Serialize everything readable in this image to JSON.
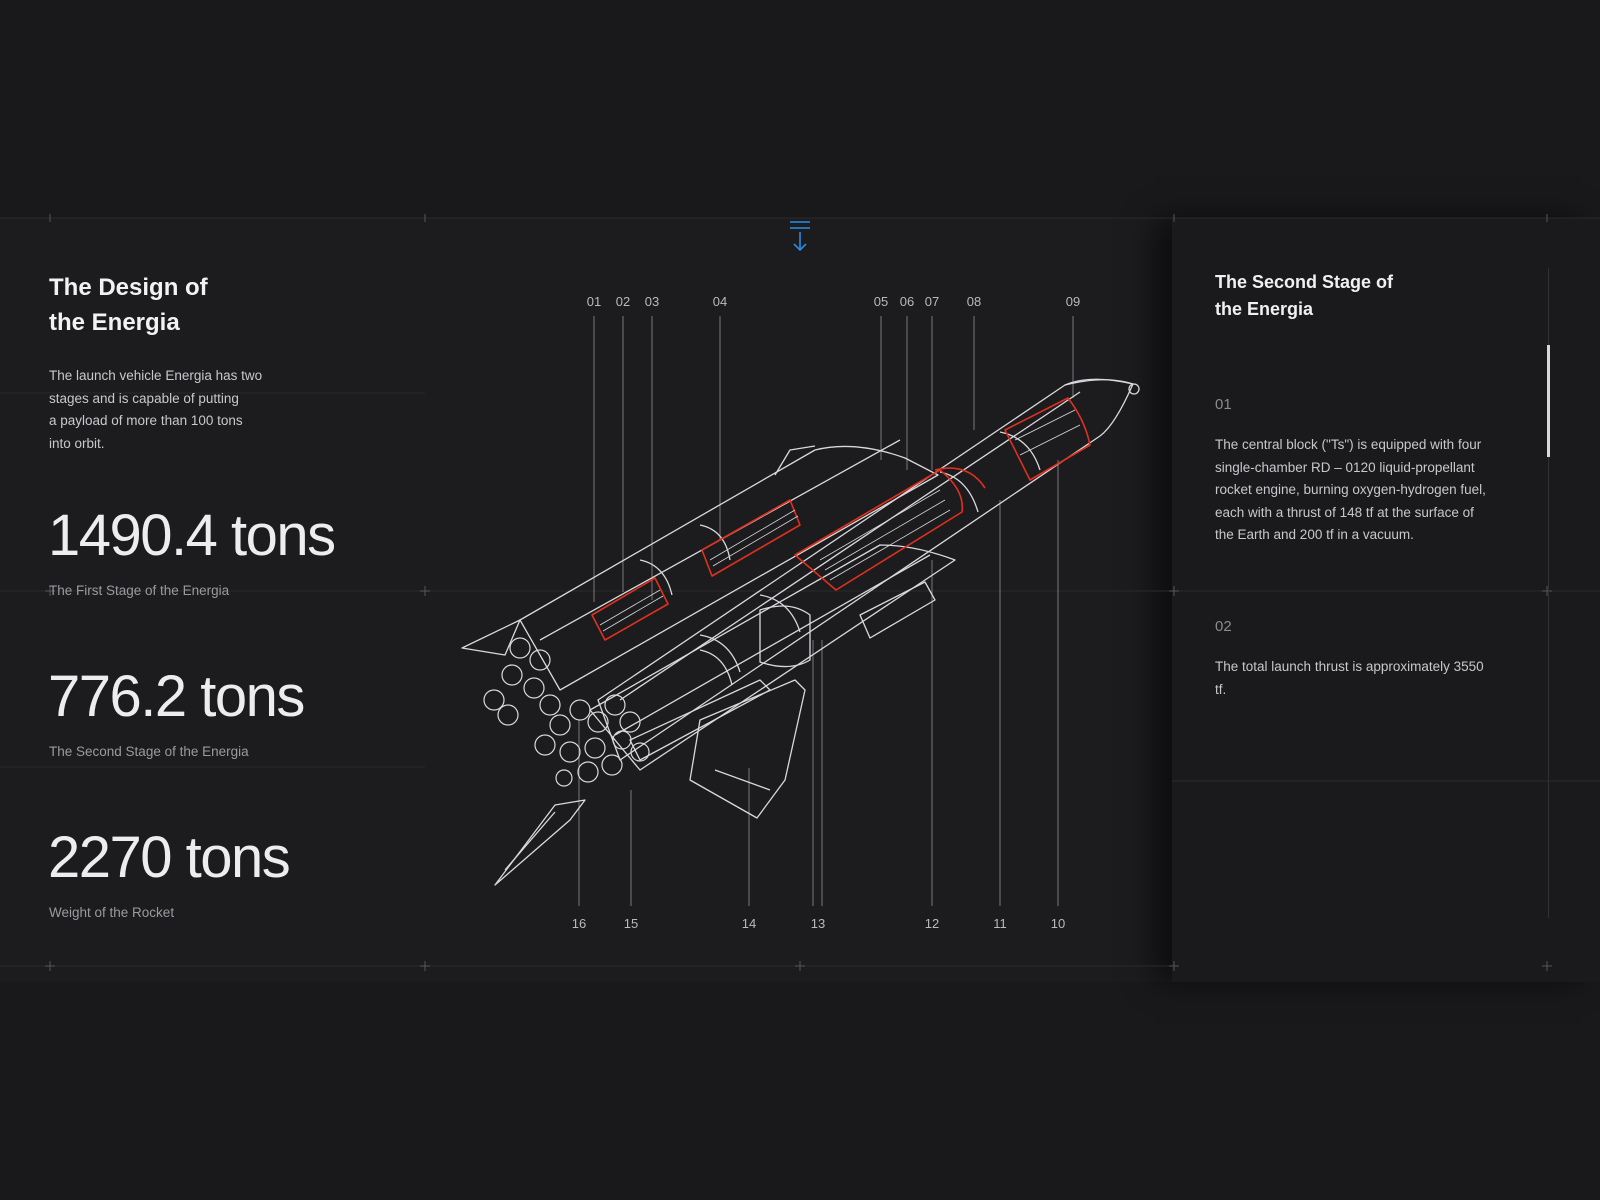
{
  "left": {
    "title": "The Design of\nthe Energia",
    "description": "The launch vehicle Energia has two\nstages and is capable of putting\na payload of more than 100 tons\ninto orbit.",
    "stats": [
      {
        "value": "1490.4 tons",
        "caption": "The First Stage of the Energia"
      },
      {
        "value": "776.2 tons",
        "caption": "The Second Stage of the Energia"
      },
      {
        "value": "2270 tons",
        "caption": "Weight of the Rocket"
      }
    ]
  },
  "diagram": {
    "top_labels": [
      "01",
      "02",
      "03",
      "04",
      "05",
      "06",
      "07",
      "08",
      "09"
    ],
    "bottom_labels": [
      "16",
      "15",
      "14",
      "13",
      "12",
      "11",
      "10"
    ],
    "line_color": "#d9d9dd",
    "highlight_color": "#e0301e",
    "scroll_icon": "scroll-down-icon",
    "scroll_color": "#2a8be6"
  },
  "right": {
    "title": "The Second Stage of\nthe Energia",
    "notes": [
      {
        "number": "01",
        "text": "The central block (\"Ts\") is equipped with four single-chamber RD – 0120 liquid-propellant rocket engine, burning oxygen-hydrogen fuel, each with a thrust of 148 tf at the surface of the Earth and 200 tf in a vacuum."
      },
      {
        "number": "02",
        "text": "The total launch thrust is approximately 3550 tf."
      }
    ]
  }
}
